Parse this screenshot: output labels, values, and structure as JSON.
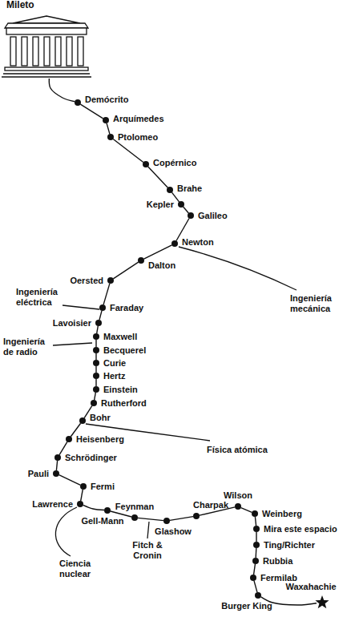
{
  "diagram": {
    "nodes": [
      {
        "text": [
          "Mileto"
        ]
      },
      {
        "text": [
          "Demócrito"
        ]
      },
      {
        "text": [
          "Arquímedes"
        ]
      },
      {
        "text": [
          "Ptolomeo"
        ]
      },
      {
        "text": [
          "Copérnico"
        ]
      },
      {
        "text": [
          "Brahe"
        ]
      },
      {
        "text": [
          "Kepler"
        ]
      },
      {
        "text": [
          "Galileo"
        ]
      },
      {
        "text": [
          "Newton"
        ]
      },
      {
        "text": [
          "Dalton"
        ]
      },
      {
        "text": [
          "Oersted"
        ]
      },
      {
        "text": [
          "Faraday"
        ]
      },
      {
        "text": [
          "Lavoisier"
        ]
      },
      {
        "text": [
          "Maxwell"
        ]
      },
      {
        "text": [
          "Becquerel"
        ]
      },
      {
        "text": [
          "Curie"
        ]
      },
      {
        "text": [
          "Hertz"
        ]
      },
      {
        "text": [
          "Einstein"
        ]
      },
      {
        "text": [
          "Rutherford"
        ]
      },
      {
        "text": [
          "Bohr"
        ]
      },
      {
        "text": [
          "Heisenberg"
        ]
      },
      {
        "text": [
          "Schrödinger"
        ]
      },
      {
        "text": [
          "Pauli"
        ]
      },
      {
        "text": [
          "Fermi"
        ]
      },
      {
        "text": [
          "Lawrence"
        ]
      },
      {
        "text": [
          "Gell-Mann"
        ]
      },
      {
        "text": [
          "Feynman"
        ]
      },
      {
        "text": [
          "Glashow"
        ]
      },
      {
        "text": [
          "Charpak"
        ]
      },
      {
        "text": [
          "Wilson"
        ]
      },
      {
        "text": [
          "Weinberg"
        ]
      },
      {
        "text": [
          "Mira este espacio"
        ]
      },
      {
        "text": [
          "Ting/Richter"
        ]
      },
      {
        "text": [
          "Rubbia"
        ]
      },
      {
        "text": [
          "Fermilab"
        ]
      },
      {
        "text": [
          "Burger King"
        ]
      },
      {
        "text": [
          "Waxahachie"
        ]
      }
    ],
    "edges": [
      {
        "from": 0,
        "to": 1,
        "arrow": "none"
      },
      {
        "from": 1,
        "to": 2,
        "arrow": "none"
      },
      {
        "from": 2,
        "to": 3,
        "arrow": "none"
      },
      {
        "from": 3,
        "to": 4,
        "arrow": "none"
      },
      {
        "from": 4,
        "to": 5,
        "arrow": "none"
      },
      {
        "from": 5,
        "to": 6,
        "arrow": "none"
      },
      {
        "from": 6,
        "to": 7,
        "arrow": "none"
      },
      {
        "from": 7,
        "to": 8,
        "arrow": "none"
      },
      {
        "from": 8,
        "to": 9,
        "arrow": "none"
      },
      {
        "from": 9,
        "to": 10,
        "arrow": "none"
      },
      {
        "from": 10,
        "to": 11,
        "arrow": "none"
      },
      {
        "from": 11,
        "to": 12,
        "arrow": "none"
      },
      {
        "from": 12,
        "to": 13,
        "arrow": "none"
      },
      {
        "from": 13,
        "to": 14,
        "arrow": "none"
      },
      {
        "from": 14,
        "to": 15,
        "arrow": "none"
      },
      {
        "from": 15,
        "to": 16,
        "arrow": "none"
      },
      {
        "from": 16,
        "to": 17,
        "arrow": "none"
      },
      {
        "from": 17,
        "to": 18,
        "arrow": "none"
      },
      {
        "from": 18,
        "to": 19,
        "arrow": "none"
      },
      {
        "from": 19,
        "to": 20,
        "arrow": "none"
      },
      {
        "from": 20,
        "to": 21,
        "arrow": "none"
      },
      {
        "from": 21,
        "to": 22,
        "arrow": "none"
      },
      {
        "from": 22,
        "to": 23,
        "arrow": "none"
      },
      {
        "from": 23,
        "to": 24,
        "arrow": "none"
      },
      {
        "from": 24,
        "to": 25,
        "arrow": "none"
      },
      {
        "from": 25,
        "to": 26,
        "arrow": "none"
      },
      {
        "from": 26,
        "to": 27,
        "arrow": "none"
      },
      {
        "from": 27,
        "to": 28,
        "arrow": "none"
      },
      {
        "from": 28,
        "to": 29,
        "arrow": "none"
      },
      {
        "from": 29,
        "to": 30,
        "arrow": "none"
      },
      {
        "from": 30,
        "to": 31,
        "arrow": "none"
      },
      {
        "from": 31,
        "to": 32,
        "arrow": "none"
      },
      {
        "from": 32,
        "to": 33,
        "arrow": "none"
      },
      {
        "from": 33,
        "to": 34,
        "arrow": "none"
      },
      {
        "from": 34,
        "to": 35,
        "arrow": "none"
      },
      {
        "from": 35,
        "to": 36,
        "arrow": "none"
      }
    ],
    "labels": [
      "Ingeniería eléctrica",
      "Ingeniería mecánica",
      "Ingeniería de radio",
      "Física atómica",
      "Ciencia nuclear",
      "Fitch & Cronin"
    ]
  }
}
